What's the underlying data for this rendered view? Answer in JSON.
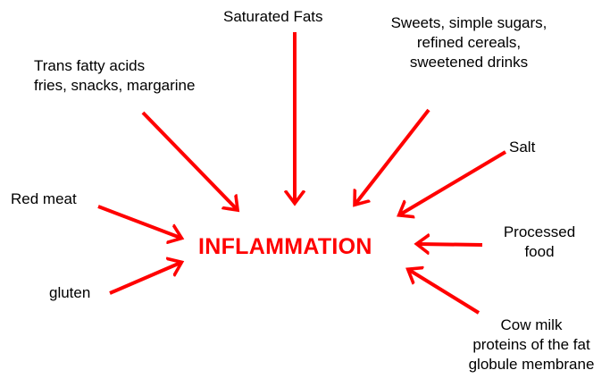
{
  "center_label": "INFLAMMATION",
  "factors": {
    "saturated_fats": "Saturated Fats",
    "trans_fats": [
      "Trans fatty acids",
      "fries, snacks, margarine"
    ],
    "sweets": [
      "Sweets, simple sugars,",
      "refined cereals,",
      "sweetened drinks"
    ],
    "salt": "Salt",
    "red_meat": "Red meat",
    "processed_food": [
      "Processed",
      "food"
    ],
    "gluten": "gluten",
    "cow_milk": [
      "Cow milk",
      "proteins of the fat",
      "globule membrane"
    ]
  },
  "colors": {
    "arrow": "#ff0000",
    "center_text": "#ff0000"
  }
}
